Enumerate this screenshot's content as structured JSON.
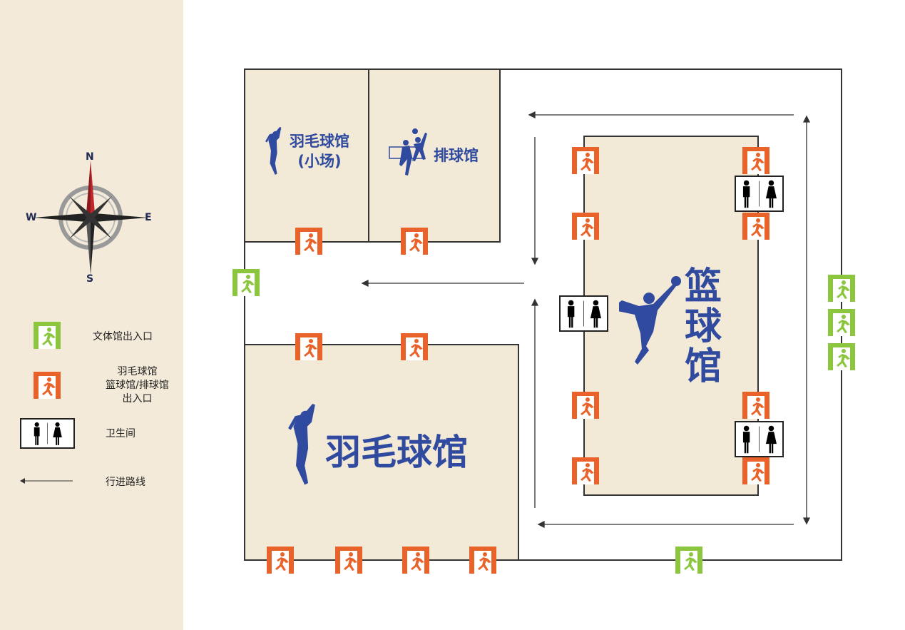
{
  "compass": {
    "n": "N",
    "s": "S",
    "w": "W",
    "e": "E"
  },
  "legend": {
    "venue_exit": "文体馆出入口",
    "hall_exit_lines": [
      "羽毛球馆",
      "篮球馆/排球馆",
      "出入口"
    ],
    "restroom": "卫生间",
    "route": "行进路线"
  },
  "venues": {
    "badminton_small": [
      "羽毛球馆",
      "(小场)"
    ],
    "volleyball": "排球馆",
    "badminton": "羽毛球馆",
    "basketball": [
      "篮",
      "球",
      "馆"
    ]
  },
  "colors": {
    "venue_exit": "#8cc63f",
    "hall_exit": "#e8622a",
    "label": "#2f4a9e",
    "floor": "#f2e9d7"
  }
}
